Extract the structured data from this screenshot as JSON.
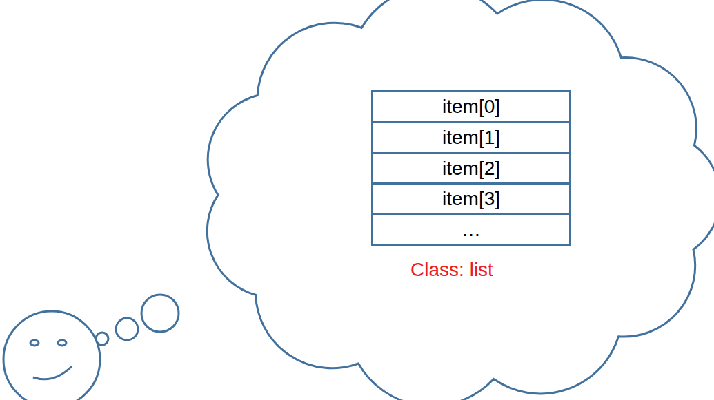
{
  "diagram": {
    "nodes": [
      {
        "text": [
          "item[0]"
        ]
      },
      {
        "text": [
          "item[1]"
        ]
      },
      {
        "text": [
          "item[2]"
        ]
      },
      {
        "text": [
          "item[3]"
        ]
      },
      {
        "text": [
          "…"
        ]
      }
    ],
    "labels": [
      "Class: list"
    ]
  }
}
